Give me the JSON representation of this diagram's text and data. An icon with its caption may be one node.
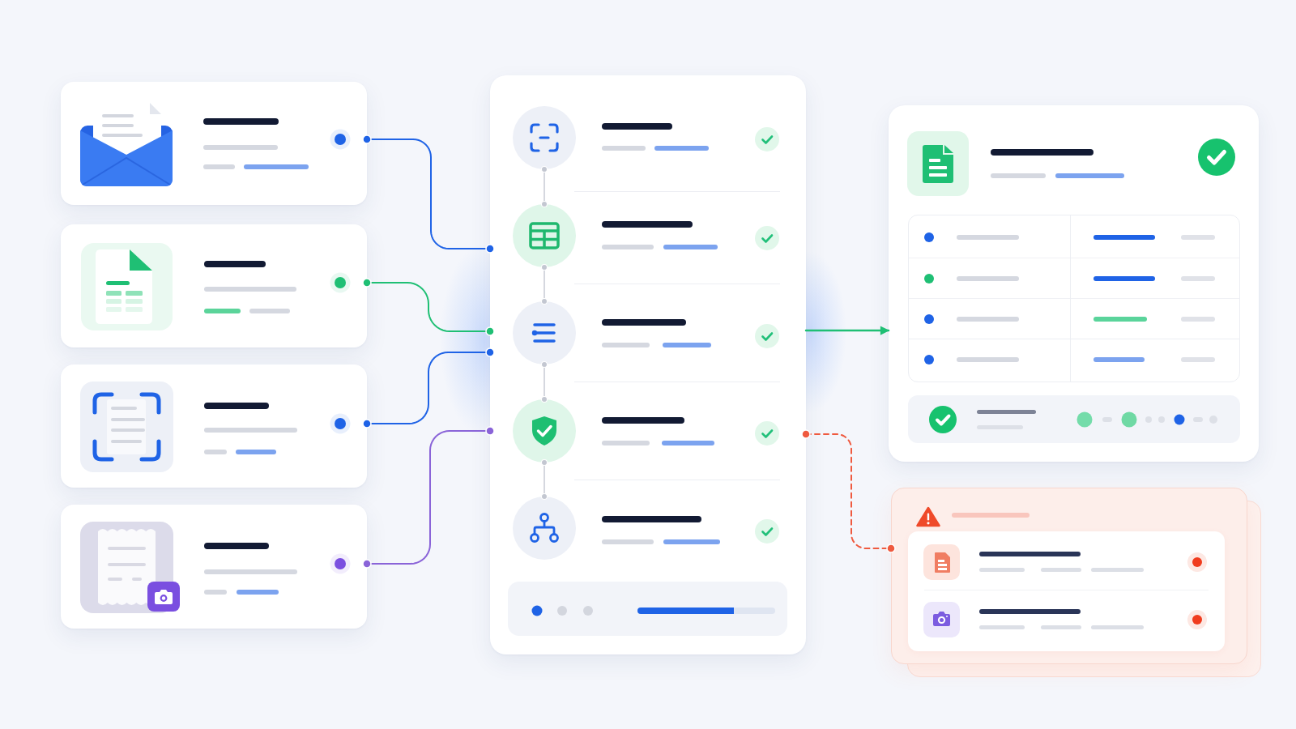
{
  "diagram": {
    "nodes": [
      {
        "text": [],
        "shape": "box"
      },
      {
        "text": [],
        "shape": "box"
      },
      {
        "text": [],
        "shape": "box"
      },
      {
        "text": [],
        "shape": "box"
      },
      {
        "text": [],
        "shape": "box"
      },
      {
        "text": [],
        "shape": "circle",
        "in": 4
      },
      {
        "text": [],
        "shape": "circle",
        "in": 4
      },
      {
        "text": [],
        "shape": "circle",
        "in": 4
      },
      {
        "text": [],
        "shape": "circle",
        "in": 4
      },
      {
        "text": [],
        "shape": "circle",
        "in": 4
      },
      {
        "text": [],
        "shape": "box"
      },
      {
        "text": [],
        "shape": "box"
      }
    ],
    "edges": [
      {
        "from": 0,
        "to": 4,
        "arrow": "other",
        "color": "#1f63e6"
      },
      {
        "from": 1,
        "to": 4,
        "arrow": "other",
        "color": "#1fbf74"
      },
      {
        "from": 2,
        "to": 4,
        "arrow": "other",
        "color": "#1f63e6"
      },
      {
        "from": 3,
        "to": 4,
        "arrow": "other",
        "color": "#8a64d8"
      },
      {
        "from": 5,
        "to": 6,
        "arrow": "other"
      },
      {
        "from": 6,
        "to": 7,
        "arrow": "other"
      },
      {
        "from": 7,
        "to": 8,
        "arrow": "other"
      },
      {
        "from": 8,
        "to": 9,
        "arrow": "other"
      },
      {
        "from": 4,
        "to": 10,
        "arrow": "to",
        "color": "#1fbf74"
      },
      {
        "from": 4,
        "to": 11,
        "arrow": "other",
        "style": "dashed",
        "color": "#ef5a3f"
      }
    ]
  }
}
